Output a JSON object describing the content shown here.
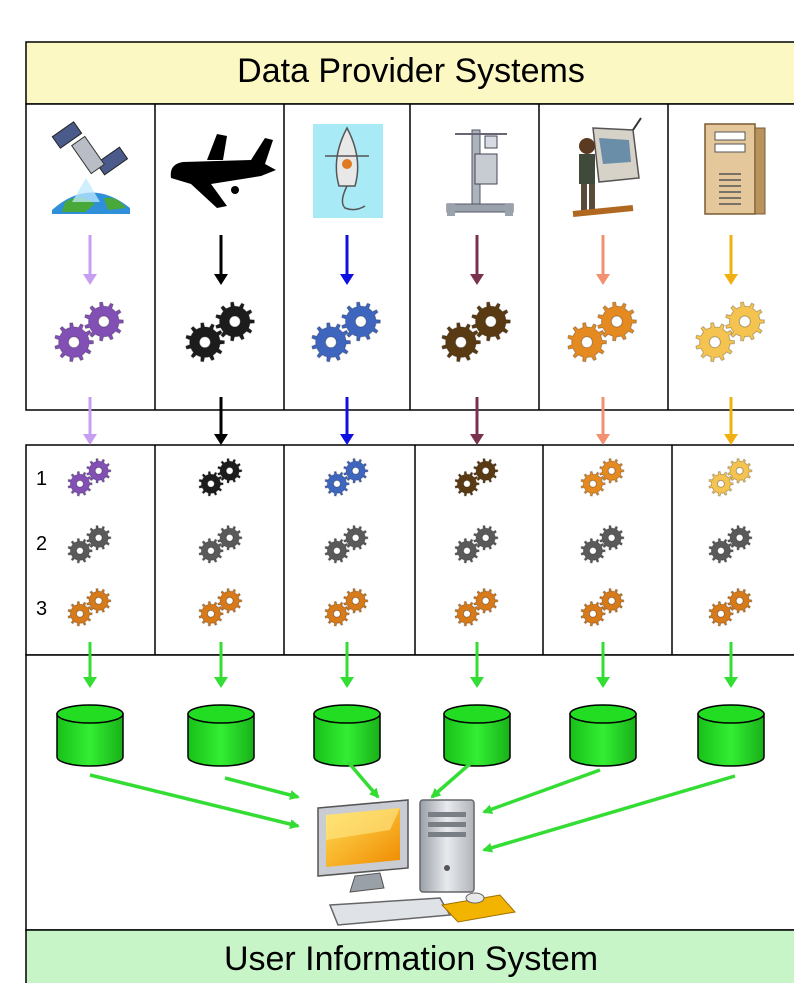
{
  "header": {
    "title": "Data Provider Systems"
  },
  "footer": {
    "title": "User Information System"
  },
  "providers": [
    {
      "source_icon": "satellite-icon",
      "color": "#c79ef2",
      "gear_color": "#8250b5"
    },
    {
      "source_icon": "airplane-icon",
      "color": "#000000",
      "gear_color": "#1c1c1c"
    },
    {
      "source_icon": "buoy-icon",
      "color": "#1010e0",
      "gear_color": "#3f66bf"
    },
    {
      "source_icon": "weather-station-icon",
      "color": "#7a3150",
      "gear_color": "#5a3a12"
    },
    {
      "source_icon": "field-worker-icon",
      "color": "#f39070",
      "gear_color": "#e48a20"
    },
    {
      "source_icon": "server-icon",
      "color": "#f0b010",
      "gear_color": "#f5c450"
    }
  ],
  "process_steps": [
    "1",
    "2",
    "3"
  ],
  "step_gear_colors": {
    "step2": "#5a5a5a",
    "step3": "#d77a1a"
  },
  "storage": {
    "icon": "database-icon",
    "color": "#22dd22"
  },
  "flow_arrow_color": "#33dd33",
  "user_system_icon": "desktop-computer-icon"
}
